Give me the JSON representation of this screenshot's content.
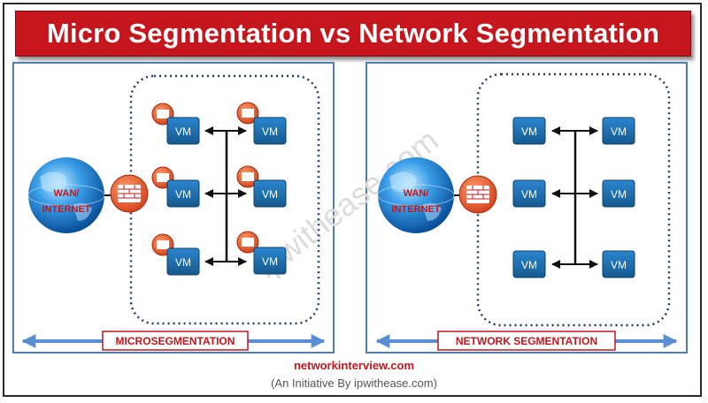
{
  "title": "Micro Segmentation vs Network Segmentation",
  "colors": {
    "title_bg": "#c4161c",
    "panel_border": "#4f7fb0",
    "vm_fill": "#1e6fb3",
    "firewall": "#e8522a",
    "label_border": "#c4161c",
    "label_text": "#c4161c",
    "footer_text": "#c4161c"
  },
  "icons": {
    "globe": "globe-icon",
    "firewall": "firewall-icon",
    "vm": "vm-box"
  },
  "left": {
    "wan_label": "WAN/",
    "internet_label": "INTERNET",
    "vm_label": "VM",
    "label": "MICROSEGMENTATION"
  },
  "right": {
    "wan_label": "WAN/",
    "internet_label": "INTERNET",
    "vm_label": "VM",
    "label": "NETWORK SEGMENTATION"
  },
  "watermark": "ipwithease.com",
  "footer": {
    "site": "networkinterview.com",
    "initiative": "(An Initiative By ipwithease.com)"
  }
}
